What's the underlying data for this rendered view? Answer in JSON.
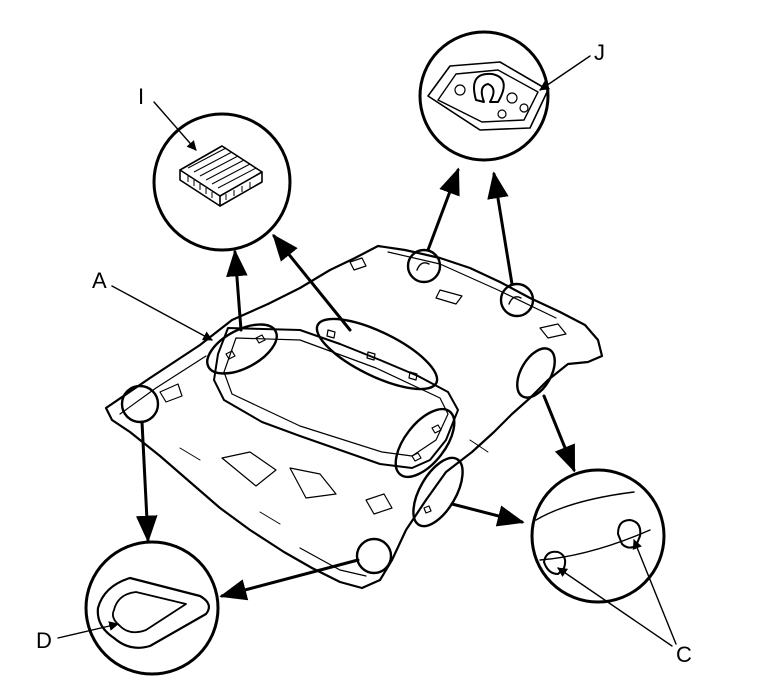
{
  "callouts": {
    "a": "A",
    "i": "I",
    "j": "J",
    "d": "D",
    "c": "C"
  }
}
